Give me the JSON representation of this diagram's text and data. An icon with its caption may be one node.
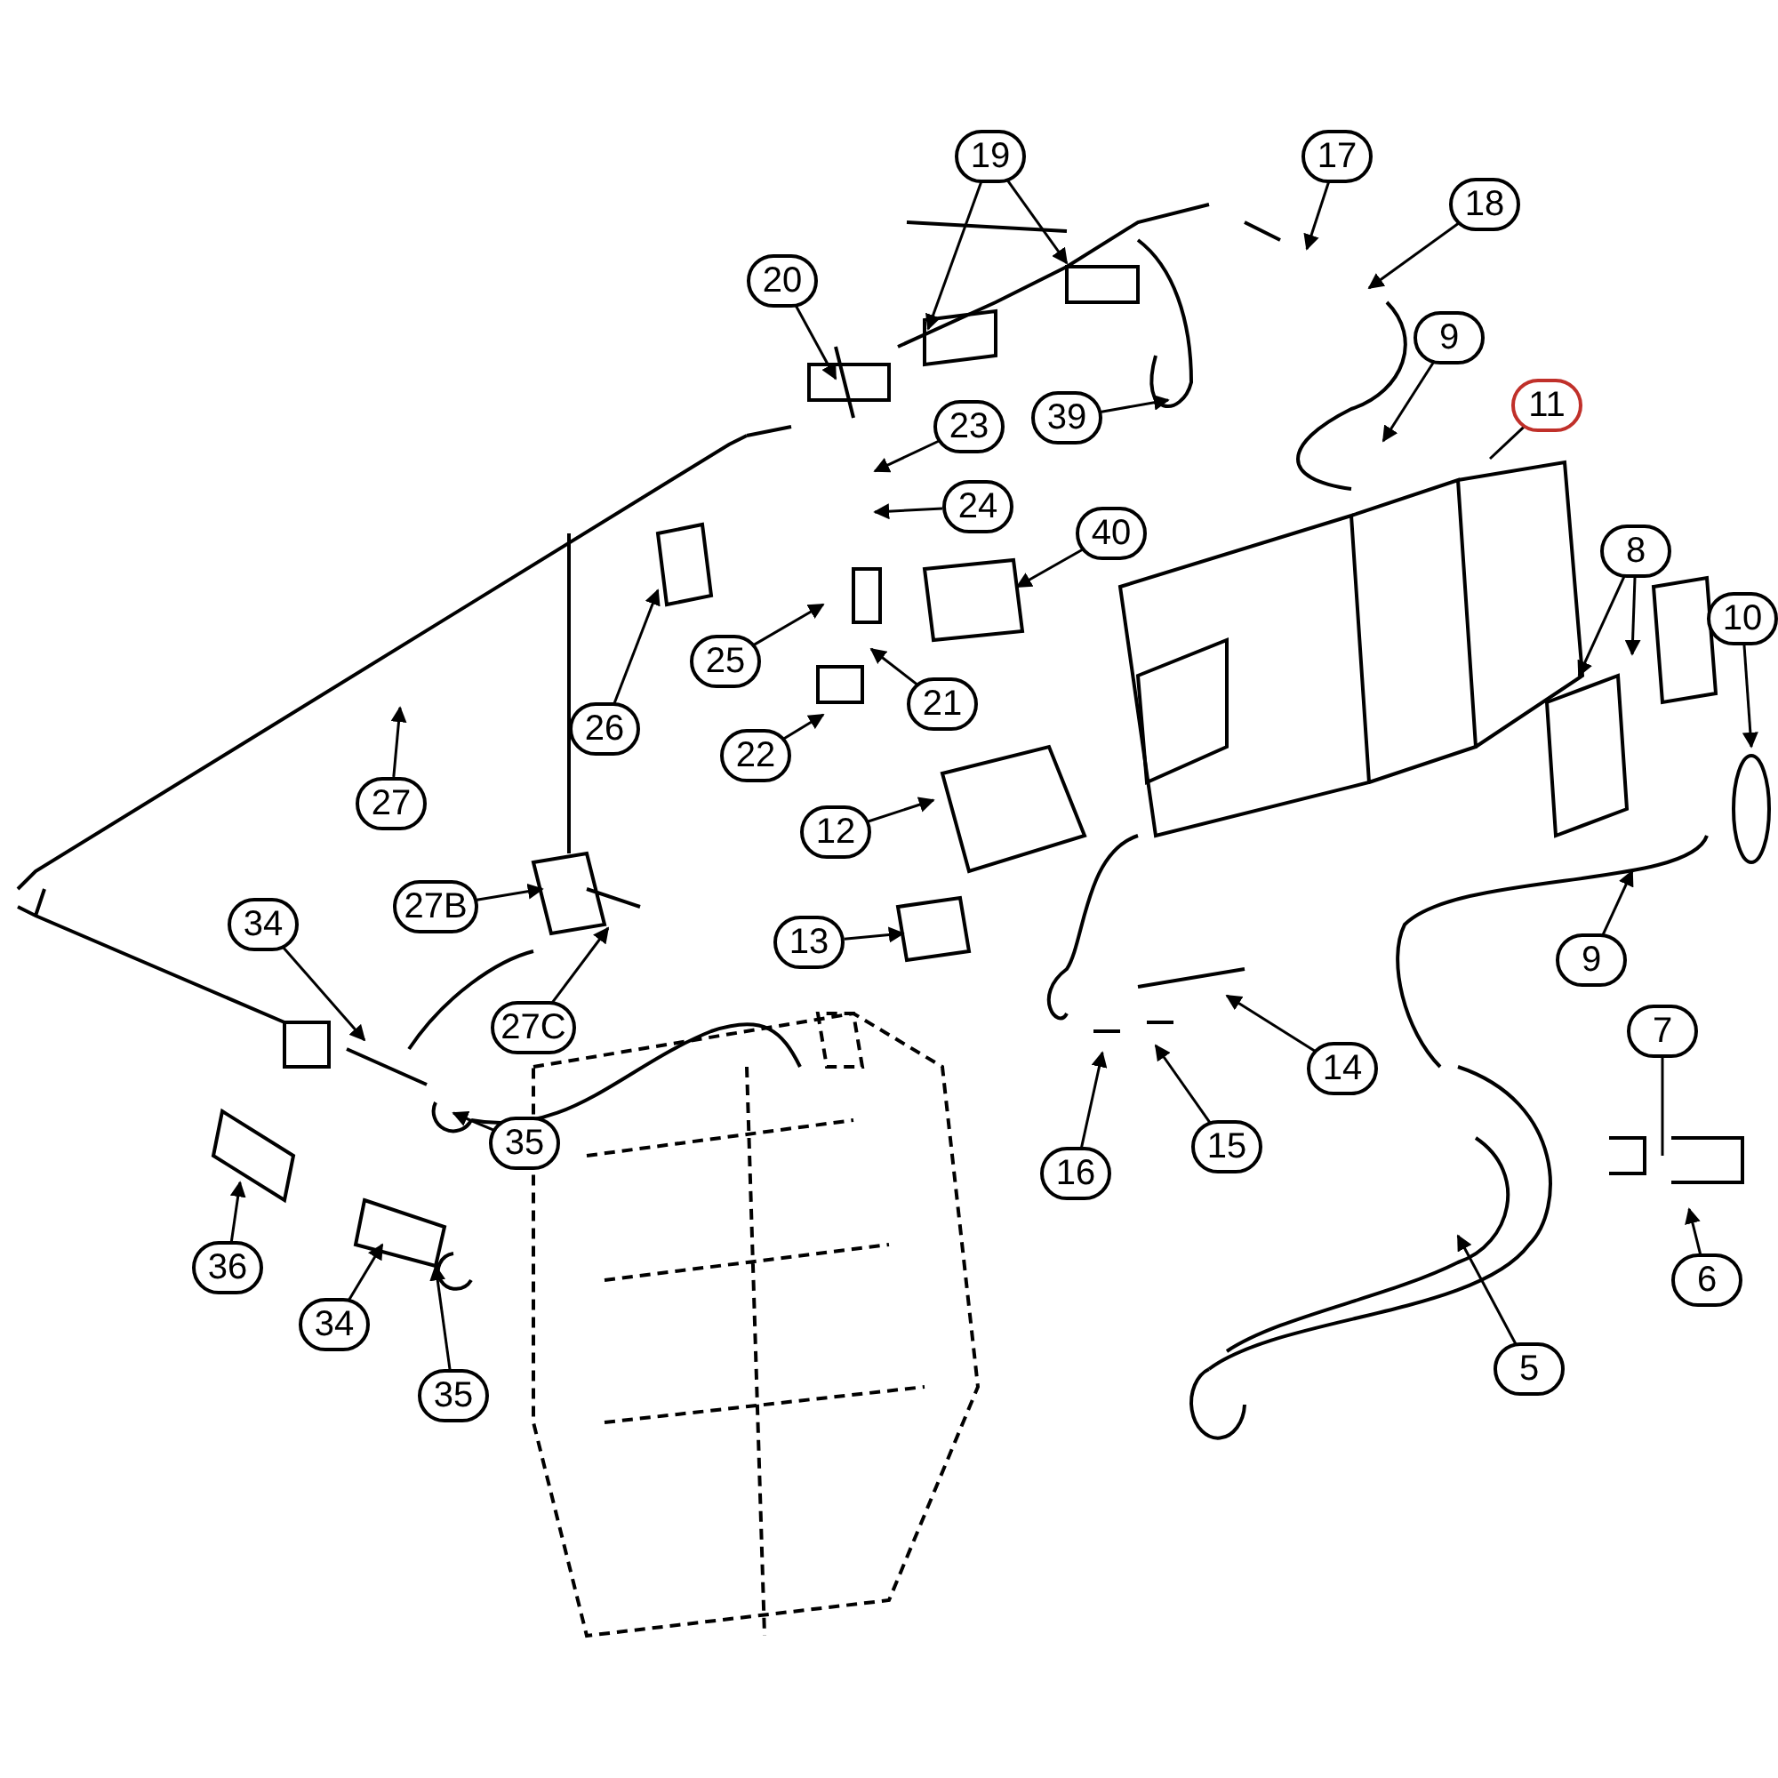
{
  "diagram": {
    "nodes": [
      {
        "text": [
          "19"
        ]
      },
      {
        "text": [
          "17"
        ]
      },
      {
        "text": [
          "18"
        ]
      },
      {
        "text": [
          "20"
        ]
      },
      {
        "text": [
          "9"
        ]
      },
      {
        "text": [
          "11"
        ]
      },
      {
        "text": [
          "23"
        ]
      },
      {
        "text": [
          "39"
        ]
      },
      {
        "text": [
          "24"
        ]
      },
      {
        "text": [
          "40"
        ]
      },
      {
        "text": [
          "8"
        ]
      },
      {
        "text": [
          "10"
        ]
      },
      {
        "text": [
          "26"
        ]
      },
      {
        "text": [
          "25"
        ]
      },
      {
        "text": [
          "21"
        ]
      },
      {
        "text": [
          "22"
        ]
      },
      {
        "text": [
          "27"
        ]
      },
      {
        "text": [
          "12"
        ]
      },
      {
        "text": [
          "13"
        ]
      },
      {
        "text": [
          "27B"
        ]
      },
      {
        "text": [
          "34"
        ]
      },
      {
        "text": [
          "27C"
        ]
      },
      {
        "text": [
          "9"
        ]
      },
      {
        "text": [
          "14"
        ]
      },
      {
        "text": [
          "7"
        ]
      },
      {
        "text": [
          "16"
        ]
      },
      {
        "text": [
          "15"
        ]
      },
      {
        "text": [
          "35"
        ]
      },
      {
        "text": [
          "36"
        ]
      },
      {
        "text": [
          "34"
        ]
      },
      {
        "text": [
          "35"
        ]
      },
      {
        "text": [
          "6"
        ]
      },
      {
        "text": [
          "5"
        ]
      }
    ],
    "edges": [
      {
        "from": 0,
        "to": null,
        "arrow": "to"
      },
      {
        "from": 0,
        "to": null,
        "arrow": "to"
      },
      {
        "from": 1,
        "to": null,
        "arrow": "to"
      },
      {
        "from": 2,
        "to": null,
        "arrow": "to"
      },
      {
        "from": 3,
        "to": null,
        "arrow": "to"
      },
      {
        "from": 4,
        "to": null,
        "arrow": "to"
      },
      {
        "from": 5,
        "to": null,
        "arrow": "none"
      },
      {
        "from": 6,
        "to": null,
        "arrow": "to"
      },
      {
        "from": 7,
        "to": null,
        "arrow": "to"
      },
      {
        "from": 8,
        "to": null,
        "arrow": "to"
      },
      {
        "from": 9,
        "to": null,
        "arrow": "to"
      },
      {
        "from": 10,
        "to": null,
        "arrow": "to"
      },
      {
        "from": 10,
        "to": null,
        "arrow": "to"
      },
      {
        "from": 11,
        "to": null,
        "arrow": "to"
      },
      {
        "from": 12,
        "to": null,
        "arrow": "to"
      },
      {
        "from": 13,
        "to": null,
        "arrow": "to"
      },
      {
        "from": 14,
        "to": null,
        "arrow": "to"
      },
      {
        "from": 15,
        "to": null,
        "arrow": "to"
      },
      {
        "from": 16,
        "to": null,
        "arrow": "to"
      },
      {
        "from": 17,
        "to": null,
        "arrow": "to"
      },
      {
        "from": 18,
        "to": null,
        "arrow": "to"
      },
      {
        "from": 19,
        "to": null,
        "arrow": "to"
      },
      {
        "from": 20,
        "to": null,
        "arrow": "to"
      },
      {
        "from": 21,
        "to": null,
        "arrow": "to"
      },
      {
        "from": 22,
        "to": null,
        "arrow": "to"
      },
      {
        "from": 23,
        "to": null,
        "arrow": "to"
      },
      {
        "from": 24,
        "to": null,
        "arrow": "none"
      },
      {
        "from": 25,
        "to": null,
        "arrow": "to"
      },
      {
        "from": 26,
        "to": null,
        "arrow": "to"
      },
      {
        "from": 27,
        "to": null,
        "arrow": "to"
      },
      {
        "from": 28,
        "to": null,
        "arrow": "to"
      },
      {
        "from": 29,
        "to": null,
        "arrow": "to"
      },
      {
        "from": 30,
        "to": null,
        "arrow": "to"
      },
      {
        "from": 31,
        "to": null,
        "arrow": "to"
      },
      {
        "from": 32,
        "to": null,
        "arrow": "to"
      }
    ]
  }
}
